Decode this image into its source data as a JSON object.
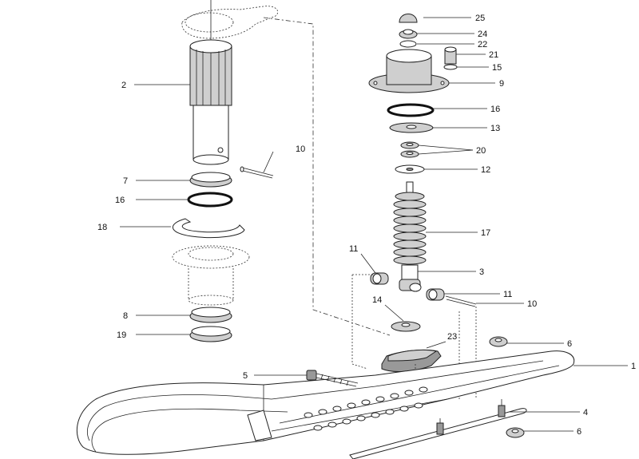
{
  "callouts": [
    {
      "id": "c25",
      "text": "25"
    },
    {
      "id": "c24",
      "text": "24"
    },
    {
      "id": "c22",
      "text": "22"
    },
    {
      "id": "c21",
      "text": "21"
    },
    {
      "id": "c15",
      "text": "15"
    },
    {
      "id": "c9",
      "text": "9"
    },
    {
      "id": "c16r",
      "text": "16"
    },
    {
      "id": "c13",
      "text": "13"
    },
    {
      "id": "c20",
      "text": "20"
    },
    {
      "id": "c12",
      "text": "12"
    },
    {
      "id": "c17",
      "text": "17"
    },
    {
      "id": "c3",
      "text": "3"
    },
    {
      "id": "c11l",
      "text": "11"
    },
    {
      "id": "c11r",
      "text": "11"
    },
    {
      "id": "c10r",
      "text": "10"
    },
    {
      "id": "c14",
      "text": "14"
    },
    {
      "id": "c23",
      "text": "23"
    },
    {
      "id": "c6t",
      "text": "6"
    },
    {
      "id": "c1",
      "text": "1"
    },
    {
      "id": "c5",
      "text": "5"
    },
    {
      "id": "c4",
      "text": "4"
    },
    {
      "id": "c6b",
      "text": "6"
    },
    {
      "id": "c2",
      "text": "2"
    },
    {
      "id": "c10l",
      "text": "10"
    },
    {
      "id": "c7",
      "text": "7"
    },
    {
      "id": "c16l",
      "text": "16"
    },
    {
      "id": "c18",
      "text": "18"
    },
    {
      "id": "c8",
      "text": "8"
    },
    {
      "id": "c19",
      "text": "19"
    }
  ]
}
